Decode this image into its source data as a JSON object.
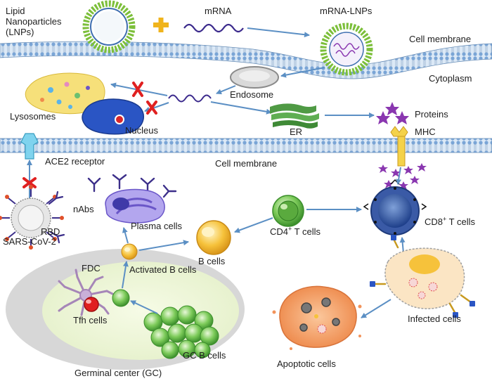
{
  "labels": {
    "lnps": "Lipid Nanoparticles (LNPs)",
    "mrna": "mRNA",
    "mrna_lnps": "mRNA-LNPs",
    "cell_membrane_top": "Cell membrane",
    "cytoplasm": "Cytoplasm",
    "endosome": "Endosome",
    "lysosomes": "Lysosomes",
    "nucleus": "Nucleus",
    "er": "ER",
    "proteins": "Proteins",
    "mhc": "MHC",
    "ace2_receptor": "ACE2 receptor",
    "cell_membrane_bottom": "Cell membrane",
    "nabs": "nAbs",
    "plasma_cells": "Plasma cells",
    "rbd": "RBD",
    "sars_cov_2": "SARS-CoV-2",
    "b_cells": "B cells",
    "cd4_t_cells": "CD4",
    "cd4_t_cells_sup": "+",
    "cd4_t_cells_suffix": " T cells",
    "cd8_t_cells": "CD8",
    "cd8_t_cells_sup": "+",
    "cd8_t_cells_suffix": " T cells",
    "fdc": "FDC",
    "activated_b_cells": "Activated B cells",
    "tfh_cells": "Tfh cells",
    "gc_b_cells": "GC B cells",
    "germinal_center": "Germinal center (GC)",
    "infected_cells": "Infected cells",
    "apoptotic_cells": "Apoptotic cells"
  },
  "colors": {
    "arrow": "#5b8fc4",
    "blocked": "#e02020",
    "membrane": "#bcd3ea",
    "membrane_line": "#6a8fb8",
    "lnp_green": "#7cbf3a",
    "mrna_purple": "#3b2a8c",
    "germinal_center": "#d7d7d7",
    "gc_inner": "#eef7d6",
    "b_cell": "#f6c23b",
    "t_cell_green": "#62b84a",
    "nucleus": "#2a55c4",
    "lysosome": "#f6e07a",
    "er": "#4f9a44",
    "protein": "#8a37b0",
    "infected_cell": "#fbe5c4",
    "apoptotic_cell": "#f2935a",
    "plasma_cell": "#7f6fd6"
  },
  "icons": [
    "plus-icon",
    "blocked-x-icon",
    "antibody-icon",
    "virus-icon",
    "receptor-icon",
    "mhc-icon",
    "protein-star-icon"
  ]
}
